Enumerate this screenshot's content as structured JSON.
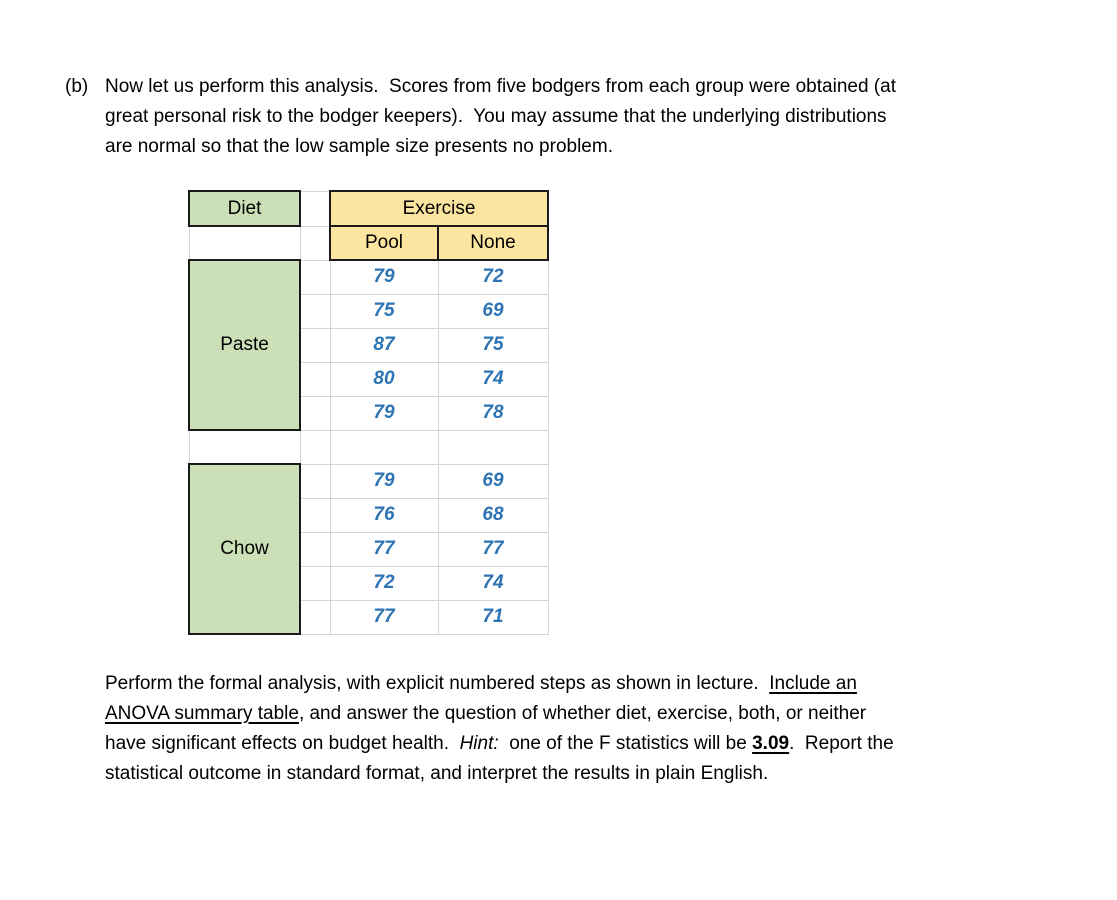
{
  "colors": {
    "green": "#cbe0b7",
    "yellow": "#fbe5a1",
    "blue": "#2e74b5",
    "grid": "#d4d4d4",
    "ink": "#1a1a1a"
  },
  "intro": {
    "label": "(b)",
    "lines": [
      "Now let us perform this analysis.  Scores from five bodgers from each group were obtained (at",
      "great personal risk to the bodger keepers).  You may assume that the underlying distributions",
      "are normal so that the low sample size presents no problem."
    ]
  },
  "table": {
    "diet_header": "Diet",
    "exercise_header": "Exercise",
    "col_headers": {
      "pool": "Pool",
      "none": "None"
    },
    "groups": [
      {
        "diet": "Paste",
        "pool": [
          79,
          75,
          87,
          80,
          79
        ],
        "none": [
          72,
          69,
          75,
          74,
          78
        ]
      },
      {
        "diet": "Chow",
        "pool": [
          79,
          76,
          77,
          72,
          77
        ],
        "none": [
          69,
          68,
          77,
          74,
          71
        ]
      }
    ]
  },
  "chart_data": {
    "type": "table",
    "title": "Two-way design: Diet (Paste, Chow) x Exercise (Pool, None)",
    "row_factor": "Diet",
    "col_factor": "Exercise",
    "cells": {
      "Paste_Pool": [
        79,
        75,
        87,
        80,
        79
      ],
      "Paste_None": [
        72,
        69,
        75,
        74,
        78
      ],
      "Chow_Pool": [
        79,
        76,
        77,
        72,
        77
      ],
      "Chow_None": [
        69,
        68,
        77,
        74,
        71
      ]
    }
  },
  "closing": {
    "lines": [
      [
        "Perform the formal analysis, with explicit numbered steps as shown in lecture.  ",
        "Include an"
      ],
      [
        "ANOVA summary table",
        ", and answer the question of whether diet, exercise, both, or neither"
      ],
      [
        "have significant effects on budget health.  ",
        "Hint:",
        "  one of the F statistics will be ",
        "3.09",
        ".  Report the"
      ],
      [
        "statistical outcome in standard format, and interpret the results in plain English."
      ]
    ]
  }
}
